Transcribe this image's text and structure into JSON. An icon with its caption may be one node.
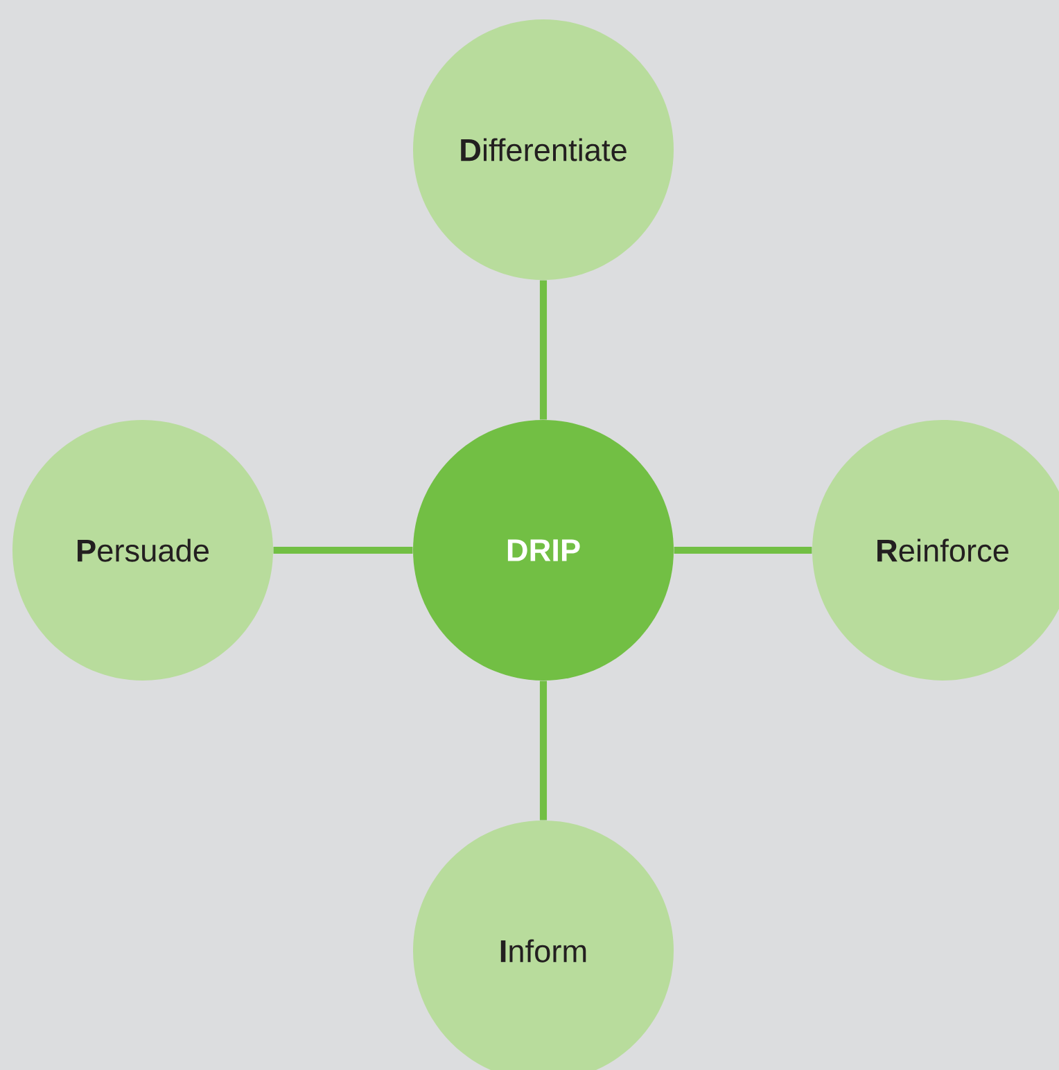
{
  "diagram": {
    "nodes": [
      {
        "text": [
          "**D**ifferentiate"
        ]
      },
      {
        "text": [
          "**P**ersuade"
        ]
      },
      {
        "text": [
          "DRIP"
        ]
      },
      {
        "text": [
          "**R**einforce"
        ]
      },
      {
        "text": [
          "**I**nform"
        ]
      }
    ],
    "edges": [
      {
        "from": 2,
        "to": 0,
        "arrow": "none"
      },
      {
        "from": 2,
        "to": 1,
        "arrow": "none"
      },
      {
        "from": 2,
        "to": 3,
        "arrow": "none"
      },
      {
        "from": 2,
        "to": 4,
        "arrow": "none"
      }
    ]
  }
}
